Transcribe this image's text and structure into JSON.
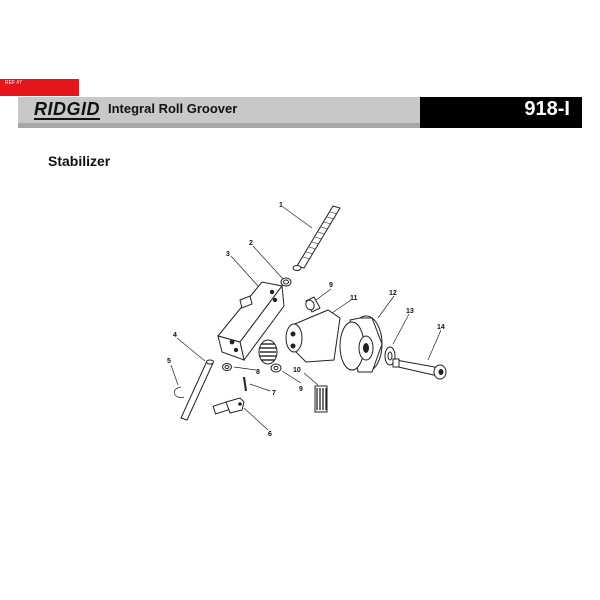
{
  "header": {
    "ref_tag": "REF #7",
    "brand": "RIDGID",
    "product": "Integral Roll Groover",
    "model": "918-I"
  },
  "section": {
    "title": "Stabilizer"
  },
  "callouts": [
    "1",
    "2",
    "3",
    "4",
    "5",
    "6",
    "7",
    "8",
    "9",
    "9",
    "10",
    "11",
    "12",
    "13",
    "14"
  ],
  "colors": {
    "ref_tag": "#e4161b",
    "header_bar": "#c8c8c8",
    "model_bar": "#000000"
  }
}
